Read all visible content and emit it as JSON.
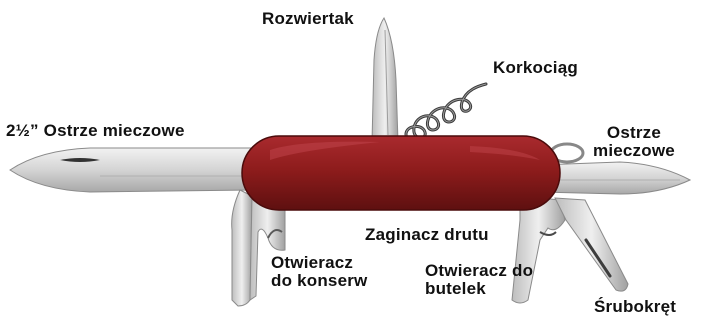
{
  "labels": {
    "rozwiertak": "Rozwiertak",
    "korkociag": "Korkociąg",
    "ostrze_duze": "2½” Ostrze mieczowe",
    "ostrze_male_line1": "Ostrze",
    "ostrze_male_line2": "mieczowe",
    "zaginacz": "Zaginacz drutu",
    "otwieracz_konserw_line1": "Otwieracz",
    "otwieracz_konserw_line2": "do konserw",
    "otwieracz_butelek_line1": "Otwieracz do",
    "otwieracz_butelek_line2": "butelek",
    "srubokret": "Śrubokręt"
  },
  "colors": {
    "handle": "#8e1c1c",
    "handle_highlight": "#c0444a",
    "steel": "#d9d9d9",
    "steel_dark": "#9a9a9a",
    "label_text": "#111111"
  }
}
